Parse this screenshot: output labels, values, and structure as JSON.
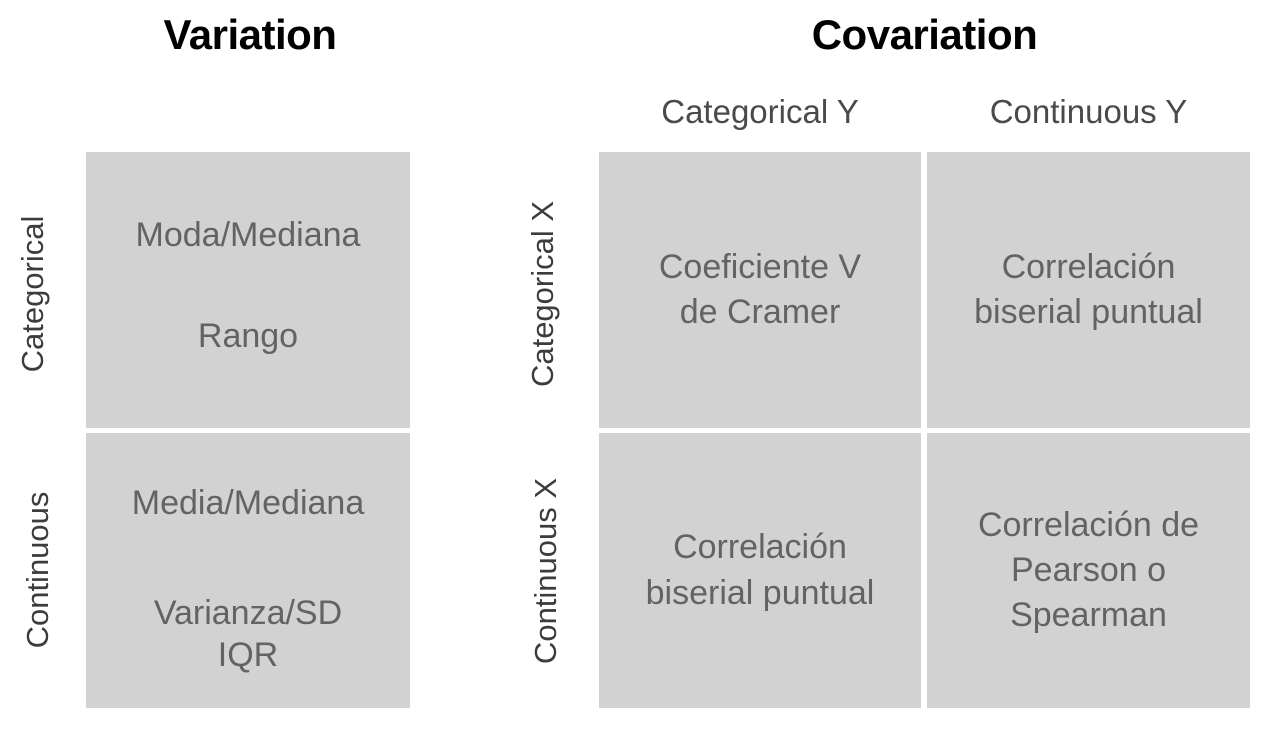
{
  "titles": {
    "variation": "Variation",
    "covariation": "Covariation"
  },
  "variation_panel": {
    "row_labels": {
      "categorical": "Categorical",
      "continuous": "Continuous"
    },
    "cells": {
      "categorical": {
        "primary": "Moda/Mediana",
        "secondary": "Rango"
      },
      "continuous": {
        "primary": "Media/Mediana",
        "secondary": "Varianza/SD",
        "tertiary": "IQR"
      }
    }
  },
  "covariation_panel": {
    "column_headers": {
      "categorical_y": "Categorical Y",
      "continuous_y": "Continuous Y"
    },
    "row_labels": {
      "categorical_x": "Categorical X",
      "continuous_x": "Continuous X"
    },
    "cells": {
      "categorical_x_categorical_y": "Coeficiente V\nde Cramer",
      "categorical_x_continuous_y": "Correlación\nbiserial puntual",
      "continuous_x_categorical_y": "Correlación\nbiserial puntual",
      "continuous_x_continuous_y": "Correlación de\nPearson o\nSpearman"
    }
  },
  "colors": {
    "cell_fill": "#d2d2d2",
    "cell_text": "#636363",
    "title_text": "#000000",
    "axis_label_text": "#4a4a4a",
    "background": "#ffffff"
  }
}
